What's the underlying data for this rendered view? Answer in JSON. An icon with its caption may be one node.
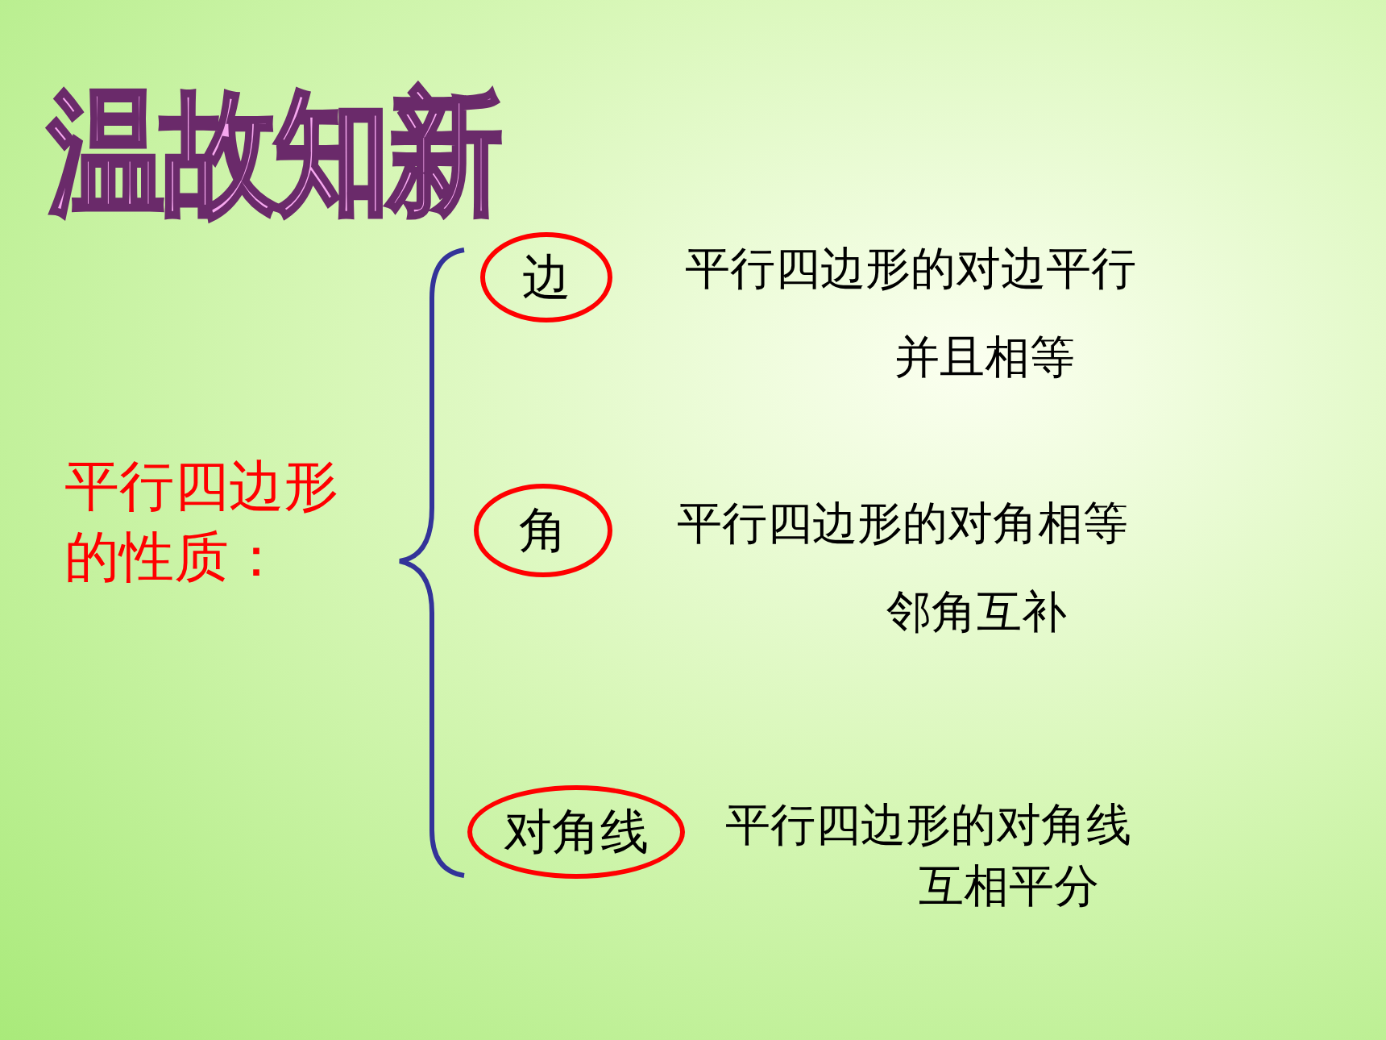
{
  "diagram": {
    "title": "温故知新",
    "nodes": [
      {
        "text": [
          "边"
        ],
        "beside": [
          "平行四边形的对边平行",
          "并且相等"
        ]
      },
      {
        "text": [
          "角"
        ],
        "beside": [
          "平行四边形的对角相等",
          "邻角互补"
        ]
      },
      {
        "text": [
          "对角线"
        ],
        "beside": [
          "平行四边形的对角线",
          "互相平分"
        ]
      }
    ],
    "edges": [],
    "labels": [
      "平行四边形的性质："
    ]
  }
}
